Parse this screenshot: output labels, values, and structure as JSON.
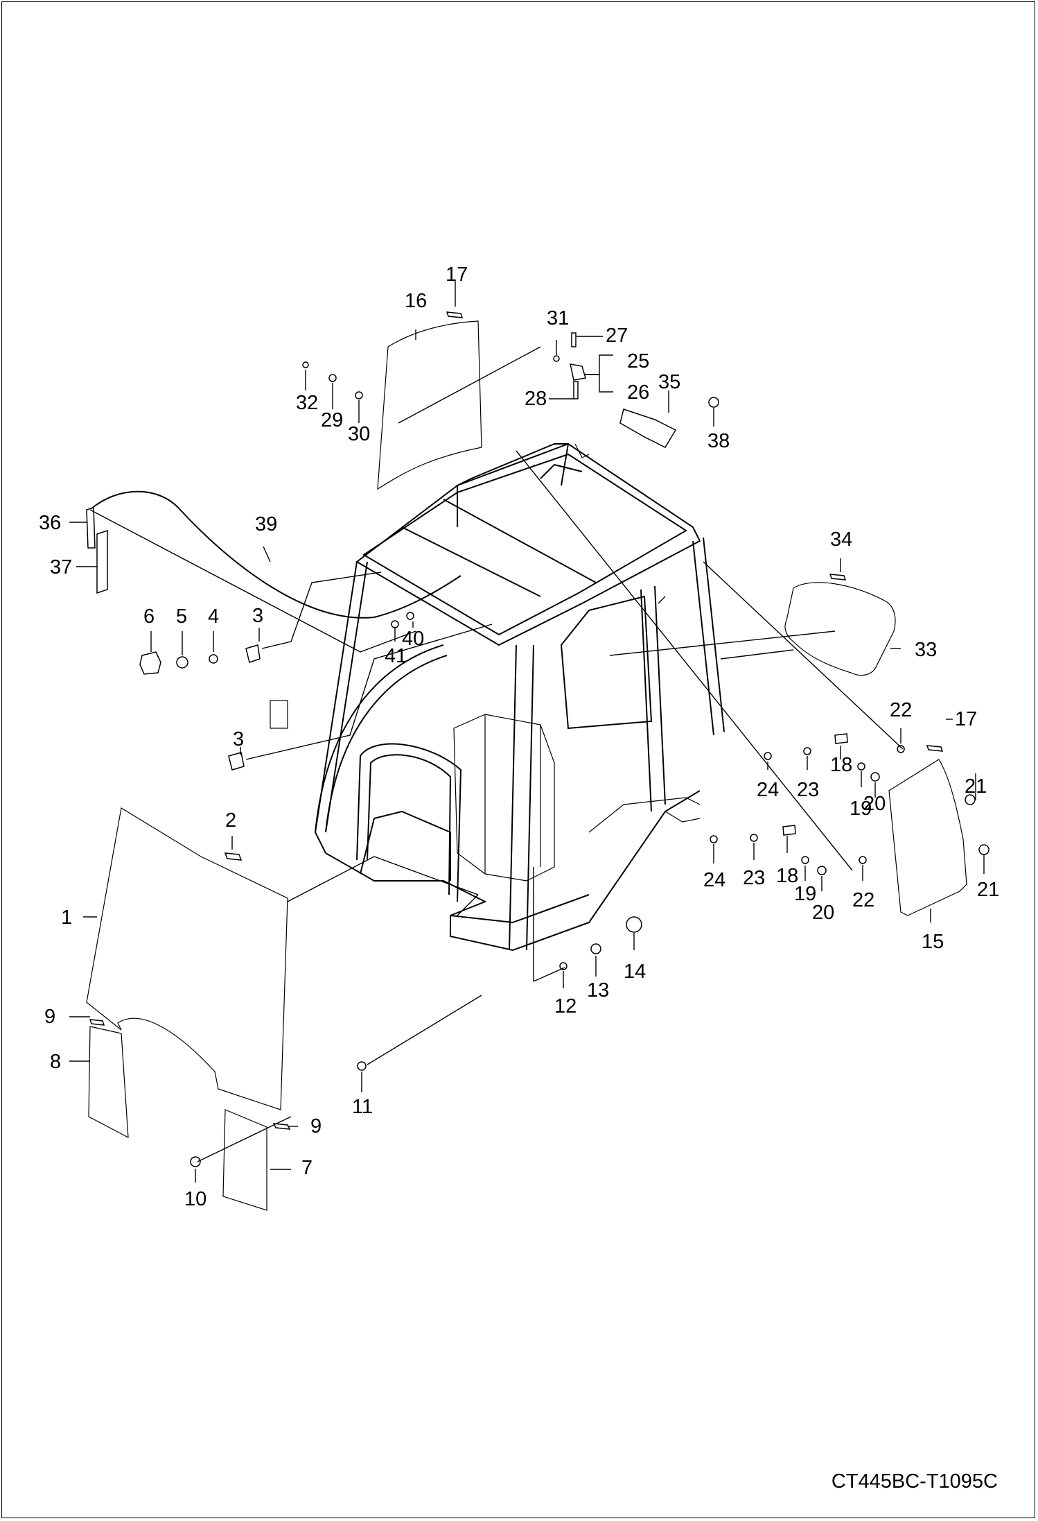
{
  "drawing_code": "CT445BC-T1095C",
  "callouts": [
    "1",
    "2",
    "3",
    "3",
    "4",
    "5",
    "6",
    "7",
    "8",
    "9",
    "9",
    "10",
    "11",
    "12",
    "13",
    "14",
    "15",
    "16",
    "17",
    "17",
    "18",
    "18",
    "19",
    "19",
    "20",
    "20",
    "21",
    "21",
    "22",
    "22",
    "23",
    "23",
    "24",
    "24",
    "25",
    "26",
    "27",
    "28",
    "29",
    "30",
    "31",
    "32",
    "33",
    "34",
    "35",
    "36",
    "37",
    "38",
    "39",
    "40",
    "41"
  ]
}
